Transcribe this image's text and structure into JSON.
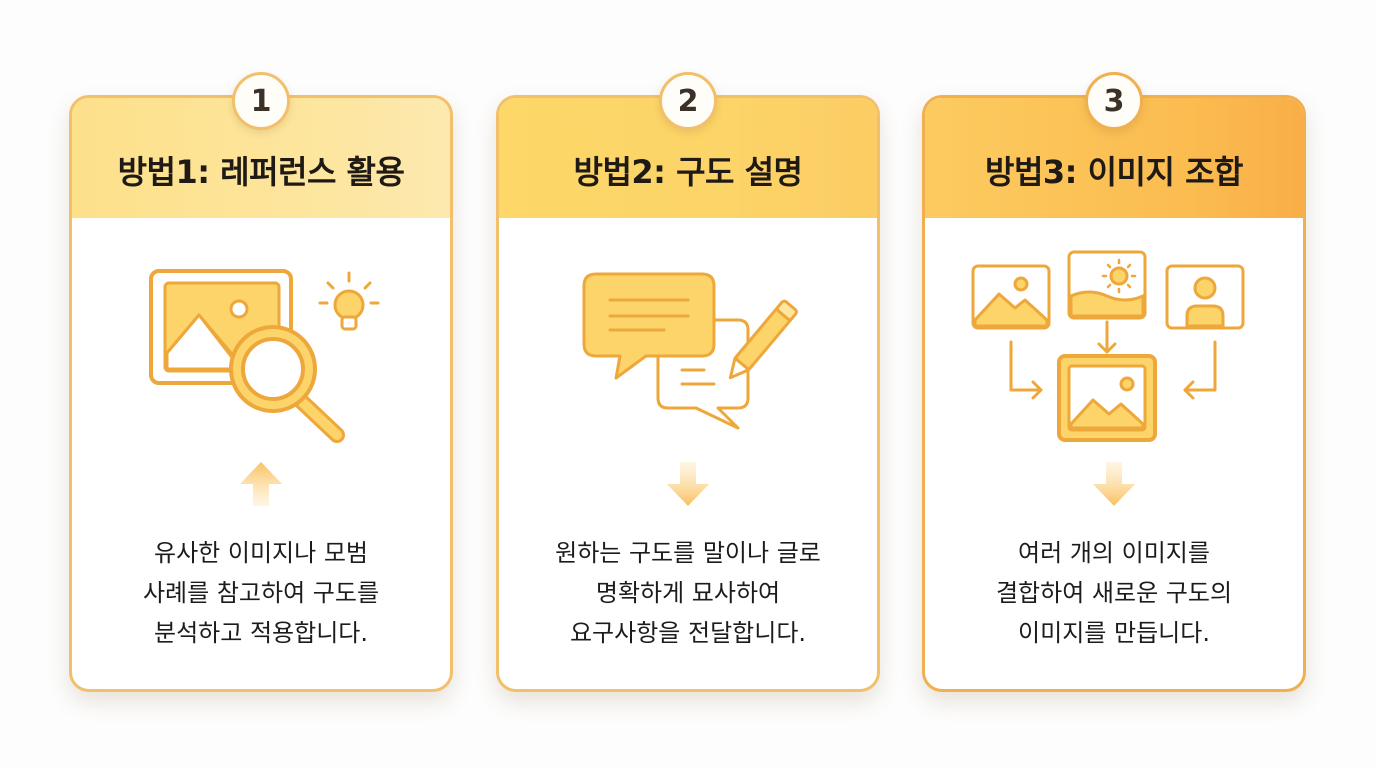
{
  "colors": {
    "accent_light": "#fde08a",
    "accent_mid": "#fcd468",
    "accent_deep": "#f9ae48",
    "icon_fill": "#fcd46a",
    "icon_stroke": "#eea73a",
    "border": "#f2c06a",
    "text": "#1f1a15"
  },
  "cards": [
    {
      "number": "1",
      "title": "방법1: 레퍼런스 활용",
      "icon": "image-magnifier-lightbulb-icon",
      "arrow": "arrow-up-icon",
      "description": [
        "유사한 이미지나 모범",
        "사례를 참고하여 구도를",
        "분석하고 적용합니다."
      ]
    },
    {
      "number": "2",
      "title": "방법2: 구도 설명",
      "icon": "speech-bubbles-pencil-icon",
      "arrow": "arrow-down-icon",
      "description": [
        "원하는 구도를 말이나 글로",
        "명확하게 묘사하여",
        "요구사항을 전달합니다."
      ]
    },
    {
      "number": "3",
      "title": "방법3: 이미지 조합",
      "icon": "images-combine-icon",
      "arrow": "arrow-down-icon",
      "description": [
        "여러 개의 이미지를",
        "결합하여 새로운 구도의",
        "이미지를 만듭니다."
      ]
    }
  ]
}
